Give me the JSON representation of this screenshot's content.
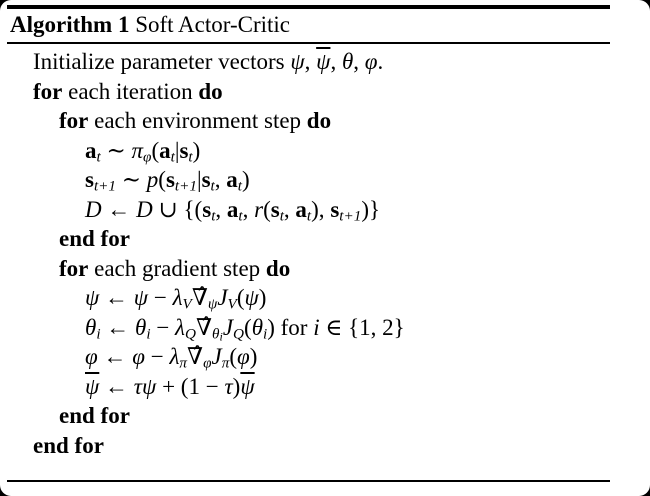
{
  "colors": {
    "outside_corners": "#000000",
    "paper": "#ffffff",
    "text": "#000000",
    "rule": "#000000"
  },
  "algorithm": {
    "header": {
      "label": "Algorithm 1",
      "title": " Soft Actor-Critic"
    },
    "lines": [
      {
        "indent": 0,
        "segments": [
          {
            "t": "Initialize parameter vectors ",
            "s": "r"
          },
          {
            "t": "ψ",
            "s": "i"
          },
          {
            "t": ", ",
            "s": "r"
          },
          {
            "t": "ψ",
            "s": "ov"
          },
          {
            "t": ", ",
            "s": "r"
          },
          {
            "t": "θ",
            "s": "i"
          },
          {
            "t": ", ",
            "s": "r"
          },
          {
            "t": "φ",
            "s": "i"
          },
          {
            "t": ".",
            "s": "r"
          }
        ]
      },
      {
        "indent": 0,
        "segments": [
          {
            "t": "for",
            "s": "b"
          },
          {
            "t": " each iteration ",
            "s": "r"
          },
          {
            "t": "do",
            "s": "b"
          }
        ]
      },
      {
        "indent": 1,
        "segments": [
          {
            "t": "for",
            "s": "b"
          },
          {
            "t": " each environment step ",
            "s": "r"
          },
          {
            "t": "do",
            "s": "b"
          }
        ]
      },
      {
        "indent": 2,
        "segments": [
          {
            "t": "a",
            "s": "mb"
          },
          {
            "t": "t",
            "s": "i",
            "sub": 1
          },
          {
            "t": " ∼ ",
            "s": "r"
          },
          {
            "t": "π",
            "s": "i"
          },
          {
            "t": "φ",
            "s": "i",
            "sub": 1
          },
          {
            "t": "(",
            "s": "r"
          },
          {
            "t": "a",
            "s": "mb"
          },
          {
            "t": "t",
            "s": "i",
            "sub": 1
          },
          {
            "t": "|",
            "s": "r"
          },
          {
            "t": "s",
            "s": "mb"
          },
          {
            "t": "t",
            "s": "i",
            "sub": 1
          },
          {
            "t": ")",
            "s": "r"
          }
        ]
      },
      {
        "indent": 2,
        "segments": [
          {
            "t": "s",
            "s": "mb"
          },
          {
            "t": "t+1",
            "s": "i",
            "sub": 1
          },
          {
            "t": " ∼ ",
            "s": "r"
          },
          {
            "t": "p",
            "s": "i"
          },
          {
            "t": "(",
            "s": "r"
          },
          {
            "t": "s",
            "s": "mb"
          },
          {
            "t": "t+1",
            "s": "i",
            "sub": 1
          },
          {
            "t": "|",
            "s": "r"
          },
          {
            "t": "s",
            "s": "mb"
          },
          {
            "t": "t",
            "s": "i",
            "sub": 1
          },
          {
            "t": ", ",
            "s": "r"
          },
          {
            "t": "a",
            "s": "mb"
          },
          {
            "t": "t",
            "s": "i",
            "sub": 1
          },
          {
            "t": ")",
            "s": "r"
          }
        ]
      },
      {
        "indent": 2,
        "segments": [
          {
            "t": "D",
            "s": "cal"
          },
          {
            "t": " ← ",
            "s": "r"
          },
          {
            "t": "D",
            "s": "cal"
          },
          {
            "t": " ∪ {(",
            "s": "r"
          },
          {
            "t": "s",
            "s": "mb"
          },
          {
            "t": "t",
            "s": "i",
            "sub": 1
          },
          {
            "t": ", ",
            "s": "r"
          },
          {
            "t": "a",
            "s": "mb"
          },
          {
            "t": "t",
            "s": "i",
            "sub": 1
          },
          {
            "t": ", ",
            "s": "r"
          },
          {
            "t": "r",
            "s": "i"
          },
          {
            "t": "(",
            "s": "r"
          },
          {
            "t": "s",
            "s": "mb"
          },
          {
            "t": "t",
            "s": "i",
            "sub": 1
          },
          {
            "t": ", ",
            "s": "r"
          },
          {
            "t": "a",
            "s": "mb"
          },
          {
            "t": "t",
            "s": "i",
            "sub": 1
          },
          {
            "t": "), ",
            "s": "r"
          },
          {
            "t": "s",
            "s": "mb"
          },
          {
            "t": "t+1",
            "s": "i",
            "sub": 1
          },
          {
            "t": ")}",
            "s": "r"
          }
        ]
      },
      {
        "indent": 1,
        "segments": [
          {
            "t": "end for",
            "s": "b"
          }
        ]
      },
      {
        "indent": 1,
        "segments": [
          {
            "t": "for",
            "s": "b"
          },
          {
            "t": " each gradient step ",
            "s": "r"
          },
          {
            "t": "do",
            "s": "b"
          }
        ]
      },
      {
        "indent": 2,
        "segments": [
          {
            "t": "ψ",
            "s": "i"
          },
          {
            "t": " ← ",
            "s": "r"
          },
          {
            "t": "ψ",
            "s": "i"
          },
          {
            "t": " − ",
            "s": "r"
          },
          {
            "t": "λ",
            "s": "i"
          },
          {
            "t": "V",
            "s": "i",
            "sub": 1
          },
          {
            "t": "∇̂",
            "s": "r"
          },
          {
            "t": "ψ",
            "s": "i",
            "sub": 1
          },
          {
            "t": "J",
            "s": "i"
          },
          {
            "t": "V",
            "s": "i",
            "sub": 1
          },
          {
            "t": "(",
            "s": "r"
          },
          {
            "t": "ψ",
            "s": "i"
          },
          {
            "t": ")",
            "s": "r"
          }
        ]
      },
      {
        "indent": 2,
        "segments": [
          {
            "t": "θ",
            "s": "i"
          },
          {
            "t": "i",
            "s": "i",
            "sub": 1
          },
          {
            "t": " ← ",
            "s": "r"
          },
          {
            "t": "θ",
            "s": "i"
          },
          {
            "t": "i",
            "s": "i",
            "sub": 1
          },
          {
            "t": " − ",
            "s": "r"
          },
          {
            "t": "λ",
            "s": "i"
          },
          {
            "t": "Q",
            "s": "i",
            "sub": 1
          },
          {
            "t": "∇̂",
            "s": "r"
          },
          {
            "t": "θ",
            "s": "i",
            "sub": 1
          },
          {
            "t": "i",
            "s": "i",
            "sub": 2
          },
          {
            "t": "J",
            "s": "i"
          },
          {
            "t": "Q",
            "s": "i",
            "sub": 1
          },
          {
            "t": "(",
            "s": "r"
          },
          {
            "t": "θ",
            "s": "i"
          },
          {
            "t": "i",
            "s": "i",
            "sub": 1
          },
          {
            "t": ") for ",
            "s": "r"
          },
          {
            "t": "i",
            "s": "i"
          },
          {
            "t": " ∈ {1, 2}",
            "s": "r"
          }
        ]
      },
      {
        "indent": 2,
        "segments": [
          {
            "t": "φ",
            "s": "i"
          },
          {
            "t": " ← ",
            "s": "r"
          },
          {
            "t": "φ",
            "s": "i"
          },
          {
            "t": " − ",
            "s": "r"
          },
          {
            "t": "λ",
            "s": "i"
          },
          {
            "t": "π",
            "s": "i",
            "sub": 1
          },
          {
            "t": "∇̂",
            "s": "r"
          },
          {
            "t": "φ",
            "s": "i",
            "sub": 1
          },
          {
            "t": "J",
            "s": "i"
          },
          {
            "t": "π",
            "s": "i",
            "sub": 1
          },
          {
            "t": "(",
            "s": "r"
          },
          {
            "t": "φ",
            "s": "i"
          },
          {
            "t": ")",
            "s": "r"
          }
        ]
      },
      {
        "indent": 2,
        "segments": [
          {
            "t": "ψ",
            "s": "ov"
          },
          {
            "t": " ← ",
            "s": "r"
          },
          {
            "t": "τψ",
            "s": "i"
          },
          {
            "t": " + (1 − ",
            "s": "r"
          },
          {
            "t": "τ",
            "s": "i"
          },
          {
            "t": ")",
            "s": "r"
          },
          {
            "t": "ψ",
            "s": "ov"
          }
        ]
      },
      {
        "indent": 1,
        "segments": [
          {
            "t": "end for",
            "s": "b"
          }
        ]
      },
      {
        "indent": 0,
        "segments": [
          {
            "t": "end for",
            "s": "b"
          }
        ]
      }
    ]
  }
}
